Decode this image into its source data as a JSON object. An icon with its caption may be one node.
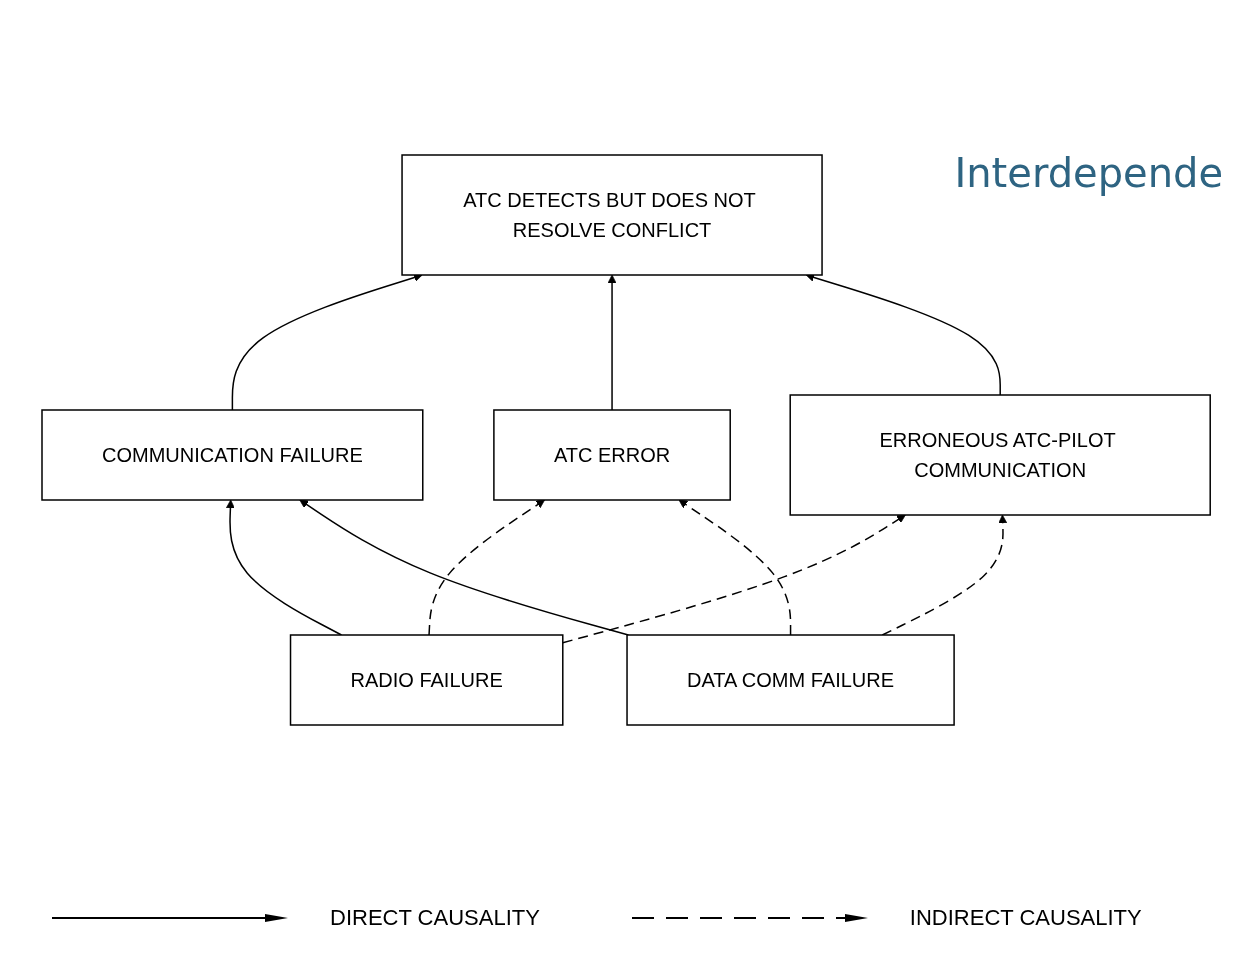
{
  "diagram": {
    "nodes": [
      {
        "text": [
          "ATC DETECTS BUT DOES NOT RESOLVE CONFLICT"
        ]
      },
      {
        "text": [
          "COMMUNICATION FAILURE"
        ]
      },
      {
        "text": [
          "ATC ERROR"
        ]
      },
      {
        "text": [
          "ERRONEOUS ATC-PILOT COMMUNICATION"
        ]
      },
      {
        "text": [
          "RADIO FAILURE"
        ]
      },
      {
        "text": [
          "DATA COMM FAILURE"
        ]
      }
    ],
    "edges": [
      {
        "from": 1,
        "to": 0,
        "arrow": "to"
      },
      {
        "from": 2,
        "to": 0,
        "arrow": "to"
      },
      {
        "from": 3,
        "to": 0,
        "arrow": "to"
      },
      {
        "from": 4,
        "to": 1,
        "arrow": "to"
      },
      {
        "from": 4,
        "to": 2,
        "arrow": "to",
        "style": "dashed"
      },
      {
        "from": 4,
        "to": 3,
        "arrow": "to",
        "style": "dashed"
      },
      {
        "from": 5,
        "to": 1,
        "arrow": "to"
      },
      {
        "from": 5,
        "to": 2,
        "arrow": "to",
        "style": "dashed"
      },
      {
        "from": 5,
        "to": 3,
        "arrow": "to",
        "style": "dashed"
      }
    ],
    "labels": [
      "Interdepende"
    ],
    "legend": [
      {
        "text": "DIRECT CAUSALITY"
      },
      {
        "text": "INDIRECT CAUSALITY"
      }
    ]
  }
}
